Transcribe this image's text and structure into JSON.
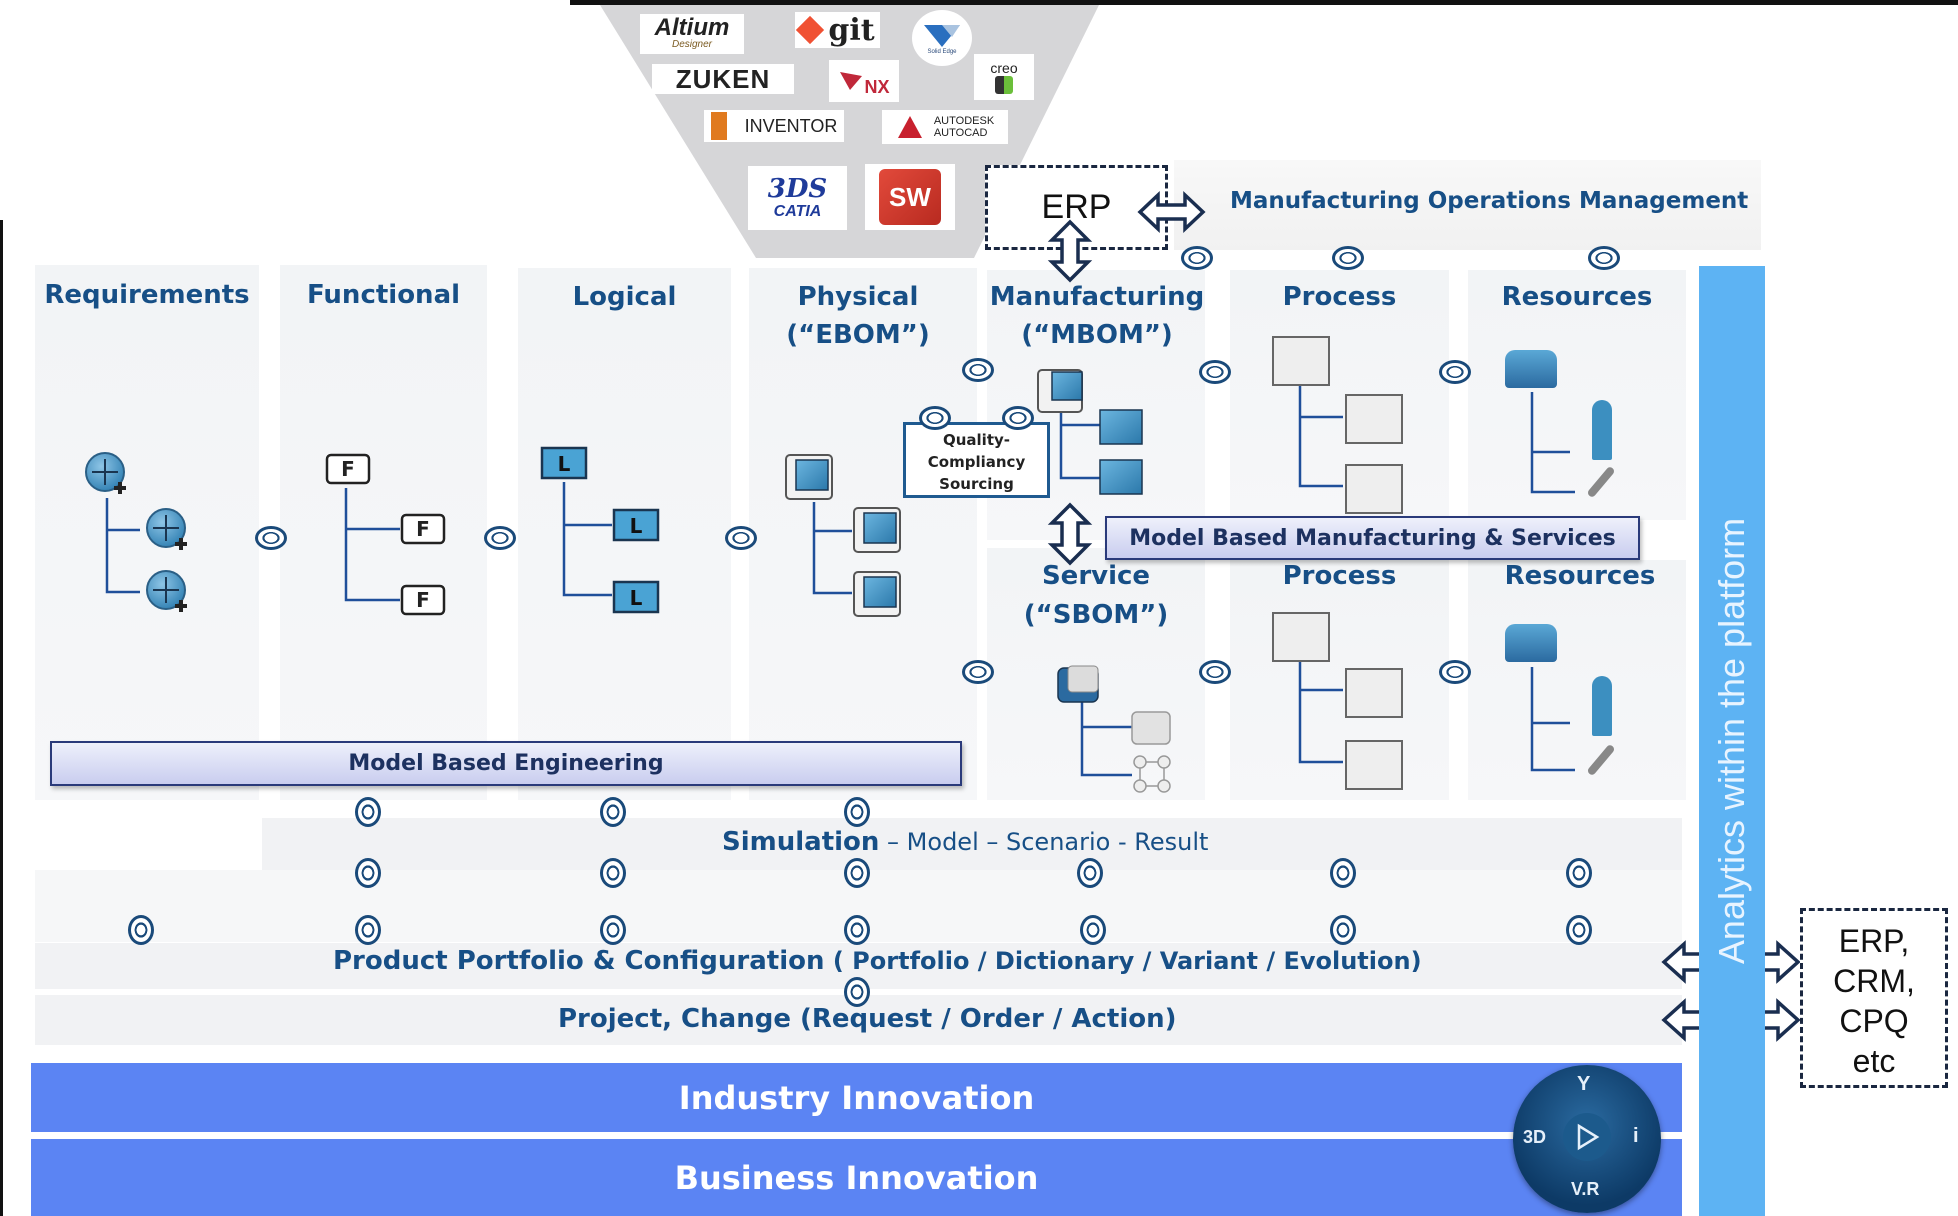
{
  "logos": {
    "altium": "Altium",
    "altium_sub": "Designer",
    "git": "git",
    "solid_edge": "Solid Edge",
    "creo": "creo",
    "zuken": "ZUKEN",
    "nx": "NX",
    "inventor": "INVENTOR",
    "autocad_line1": "AUTODESK",
    "autocad_line2": "AUTOCAD",
    "catia": "CATIA",
    "ds": "3DS",
    "solidworks": "SW"
  },
  "erp_top": "ERP",
  "mom": "Manufacturing Operations Management",
  "columns": [
    {
      "title": "Requirements"
    },
    {
      "title": "Functional"
    },
    {
      "title": "Logical"
    },
    {
      "title": "Physical",
      "subtitle": "(“EBOM”)"
    },
    {
      "title": "Manufacturing",
      "subtitle": "(“MBOM”)"
    },
    {
      "title": "Process"
    },
    {
      "title": "Resources"
    }
  ],
  "lower_columns": [
    {
      "title": "Service",
      "subtitle": "(“SBOM”)"
    },
    {
      "title": "Process"
    },
    {
      "title": "Resources"
    }
  ],
  "quality_box": [
    "Quality-",
    "Compliancy",
    "Sourcing"
  ],
  "mbms": "Model Based Manufacturing & Services",
  "mbe": "Model Based Engineering",
  "simulation": {
    "main": "Simulation",
    "rest": " – Model – Scenario - Result"
  },
  "portfolio": {
    "main": "Product Portfolio & Configuration",
    "rest": " ( Portfolio / Dictionary / Variant / Evolution)"
  },
  "project": "Project, Change (Request / Order / Action)",
  "industry": "Industry Innovation",
  "business": "Business Innovation",
  "analytics": "Analytics within  the platform",
  "external": [
    "ERP,",
    "CRM,",
    "CPQ",
    "etc"
  ],
  "compass": {
    "top": "Y",
    "left": "3D",
    "right": "i",
    "bottom": "V.R"
  },
  "colors": {
    "title_blue": "#174f86",
    "innovation_blue": "#5b84f3",
    "analytics_blue": "#5db3f3"
  }
}
